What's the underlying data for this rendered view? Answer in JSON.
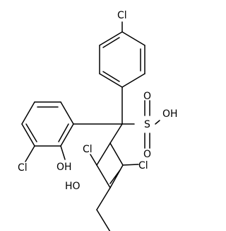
{
  "structure": {
    "atom_labels": {
      "cl_top": "Cl",
      "oh_sulfonic": "OH",
      "s": "S",
      "o_upper": "O",
      "o_lower": "O",
      "cl_left": "Cl",
      "oh_left": "OH",
      "cl_mid": "Cl",
      "cl_right": "Cl",
      "ho_bottom": "HO"
    },
    "colors": {
      "ink": "#000000",
      "background": "#ffffff"
    }
  }
}
